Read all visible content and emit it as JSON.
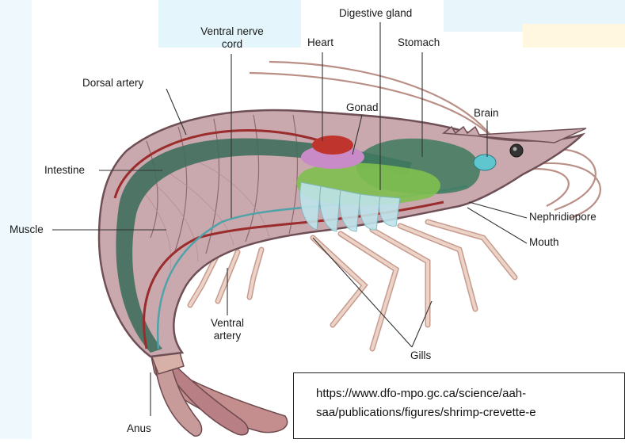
{
  "labels": {
    "digestive_gland": "Digestive gland",
    "ventral_nerve_cord_1": "Ventral nerve",
    "ventral_nerve_cord_2": "cord",
    "heart": "Heart",
    "stomach": "Stomach",
    "dorsal_artery": "Dorsal artery",
    "gonad": "Gonad",
    "brain": "Brain",
    "intestine": "Intestine",
    "muscle": "Muscle",
    "nephridiopore": "Nephridiopore",
    "mouth": "Mouth",
    "ventral_artery_1": "Ventral",
    "ventral_artery_2": "artery",
    "gills": "Gills",
    "anus": "Anus"
  },
  "source": {
    "line1": "https://www.dfo-mpo.gc.ca/science/aah-",
    "line2": "saa/publications/figures/shrimp-crevette-e"
  },
  "colors": {
    "background_accent": "#d9f1fb",
    "body": "#c9a7ad",
    "shell_outline": "#7a5a60",
    "intestine": "#3f6e5c",
    "artery": "#9b2c2c",
    "nerve": "#4fa3a8",
    "heart": "#c0342e",
    "gonad": "#c98ac8",
    "digestive_gland": "#7fbf4f",
    "stomach": "#3e7a5e",
    "brain": "#5fc6d0",
    "gills": "#bfe3ea",
    "legs": "#e2bfb0",
    "leader_line": "#333333"
  }
}
